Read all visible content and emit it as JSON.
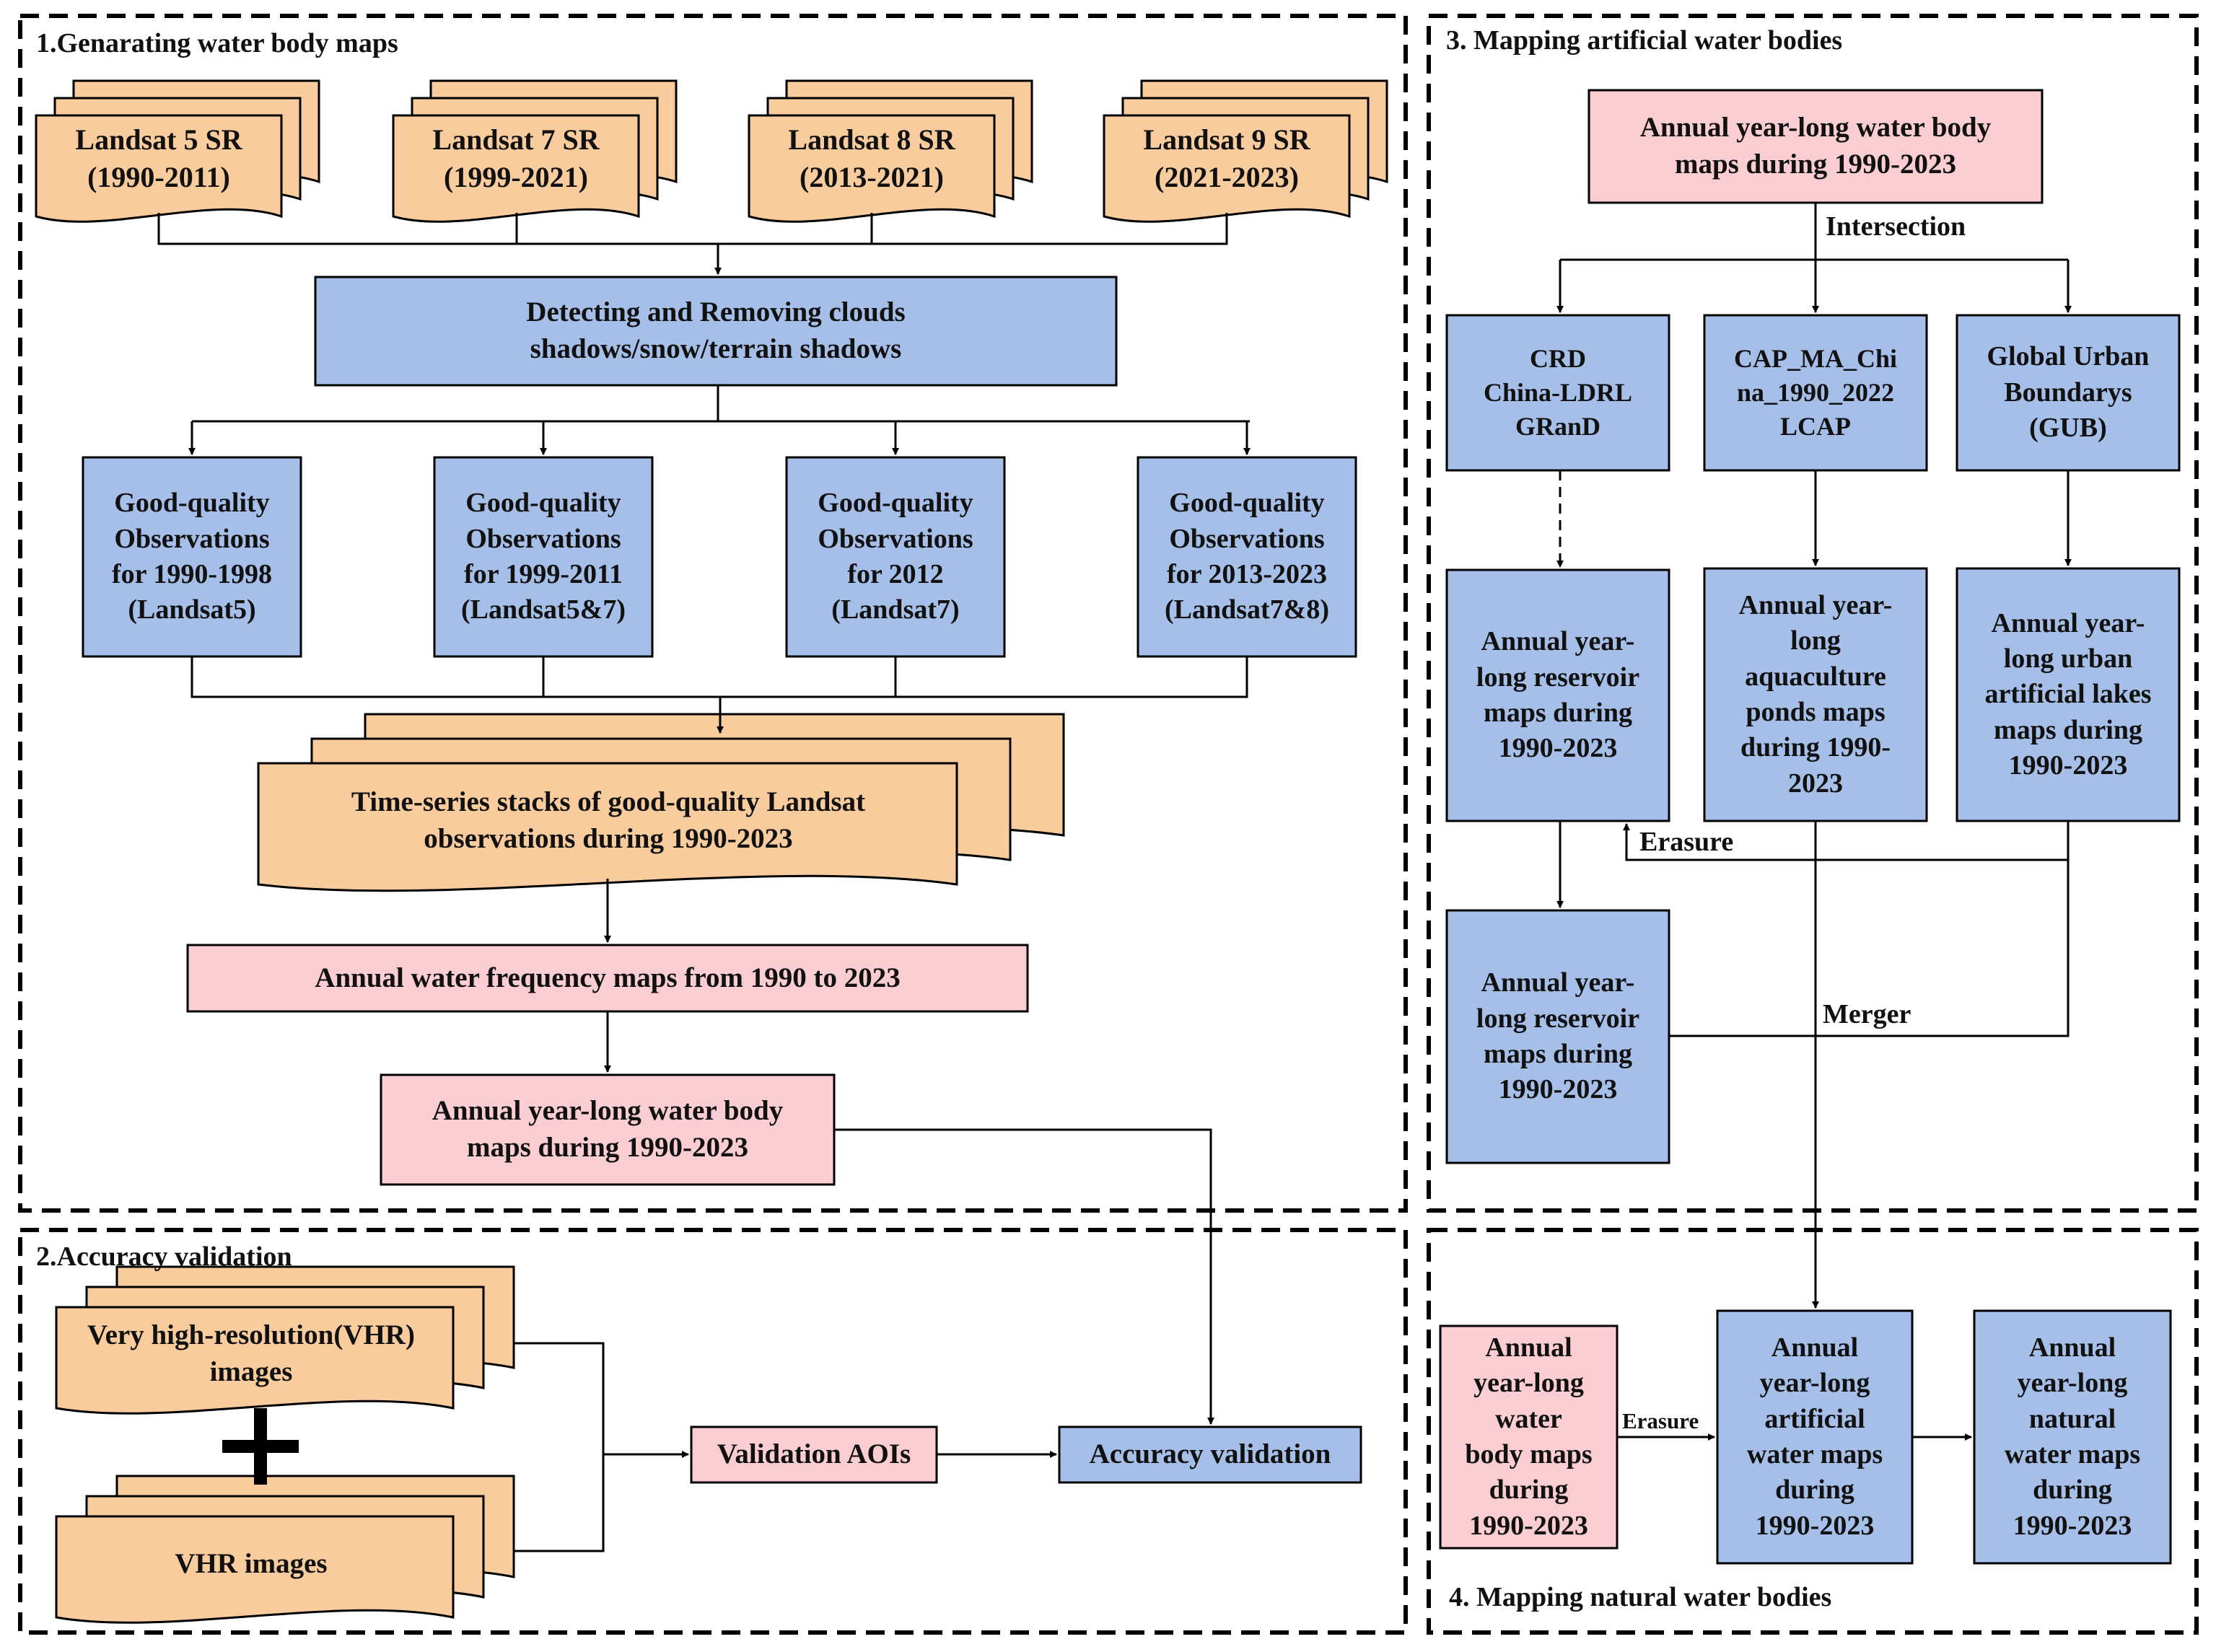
{
  "colors": {
    "orange": "#f9cc9d",
    "blue": "#a5bfe8",
    "pink": "#f9cdd2",
    "stroke": "#000000"
  },
  "sections": {
    "s1": "1.Genarating water body maps",
    "s2": "2.Accuracy validation",
    "s3": "3. Mapping artificial water bodies",
    "s4": "4. Mapping natural water bodies"
  },
  "nodes": {
    "landsat5": "Landsat 5 SR\n(1990-2011)",
    "landsat7": "Landsat 7 SR\n(1999-2021)",
    "landsat8": "Landsat 8 SR\n(2013-2021)",
    "landsat9": "Landsat 9 SR\n(2021-2023)",
    "clouds": "Detecting and Removing clouds\nshadows/snow/terrain shadows",
    "obs1": "Good-quality\nObservations\nfor 1990-1998\n(Landsat5)",
    "obs2": "Good-quality\nObservations\nfor 1999-2011\n(Landsat5&7)",
    "obs3": "Good-quality\nObservations\nfor 2012\n(Landsat7)",
    "obs4": "Good-quality\nObservations\nfor 2013-2023\n(Landsat7&8)",
    "stacks": "Time-series stacks of good-quality Landsat\nobservations during 1990-2023",
    "freq": "Annual water frequency maps from 1990 to 2023",
    "yearlong_left": "Annual year-long water body\nmaps during 1990-2023",
    "vhr": "Very high-resolution(VHR)\nimages",
    "vhr2": "VHR images",
    "aois": "Validation AOIs",
    "accuracy": "Accuracy validation",
    "yearlong_right": "Annual year-long water body\nmaps during 1990-2023",
    "crd": "CRD\nChina-LDRL\nGRanD",
    "cap": "CAP_MA_Chi\nna_1990_2022\nLCAP",
    "gub": "Global Urban\nBoundarys\n(GUB)",
    "reservoir1": "Annual year-\nlong reservoir\nmaps during\n1990-2023",
    "aquaculture": "Annual year-\nlong\naquaculture\nponds maps\nduring 1990-\n2023",
    "urbanlakes": "Annual year-\nlong urban\nartificial lakes\nmaps during\n1990-2023",
    "reservoir2": "Annual year-\nlong reservoir\nmaps during\n1990-2023",
    "waterbody": "Annual\nyear-long\nwater\nbody maps\nduring\n1990-2023",
    "artificial": "Annual\nyear-long\nartificial\nwater maps\nduring\n1990-2023",
    "natural": "Annual\nyear-long\nnatural\nwater maps\nduring\n1990-2023"
  },
  "edge_labels": {
    "intersection": "Intersection",
    "erasure_top": "Erasure",
    "merger": "Merger",
    "erasure_bottom": "Erasure"
  }
}
